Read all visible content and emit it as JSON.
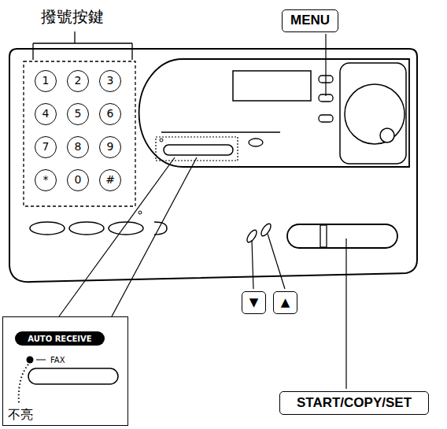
{
  "diagram": {
    "nodes": [
      {
        "text": [
          "MENU"
        ]
      },
      {
        "text": [
          "START/COPY/SET"
        ]
      },
      {
        "text": [
          "▼"
        ]
      },
      {
        "text": [
          "▲"
        ]
      },
      {
        "text": [
          "FAX",
          "不亮"
        ]
      },
      {
        "text": [
          "AUTO RECEIVE"
        ],
        "in": 4
      },
      {
        "text": [
          "1"
        ]
      },
      {
        "text": [
          "2"
        ]
      },
      {
        "text": [
          "3"
        ]
      },
      {
        "text": [
          "4"
        ]
      },
      {
        "text": [
          "5"
        ]
      },
      {
        "text": [
          "6"
        ]
      },
      {
        "text": [
          "7"
        ]
      },
      {
        "text": [
          "8"
        ]
      },
      {
        "text": [
          "9"
        ]
      },
      {
        "text": [
          "*"
        ]
      },
      {
        "text": [
          "0"
        ]
      },
      {
        "text": [
          "#"
        ]
      }
    ],
    "labels": [
      "撥號按鍵"
    ]
  }
}
